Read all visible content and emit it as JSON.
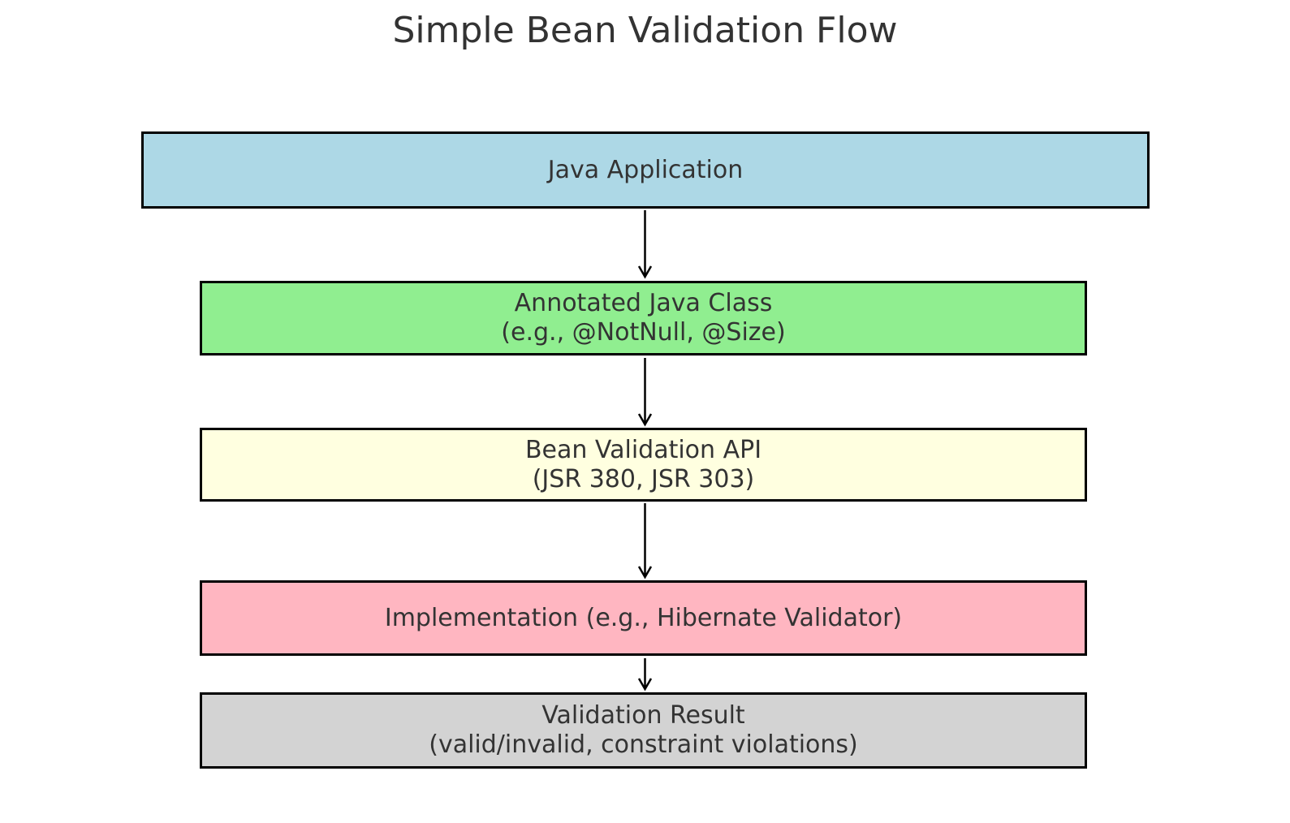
{
  "title": "Simple Bean Validation Flow",
  "colors": {
    "title_text": "#333333",
    "box_text": "#333333",
    "box_border": "#000000",
    "arrow": "#000000",
    "background": "#ffffff"
  },
  "flow": {
    "boxes": [
      {
        "id": "java-application",
        "line1": "Java Application",
        "color": "#ADD8E6"
      },
      {
        "id": "annotated-java-class",
        "line1": "Annotated Java Class",
        "line2": "(e.g., @NotNull, @Size)",
        "color": "#90EE90"
      },
      {
        "id": "bean-validation-api",
        "line1": "Bean Validation API",
        "line2": "(JSR 380, JSR 303)",
        "color": "#FFFFE0"
      },
      {
        "id": "implementation",
        "line1": "Implementation (e.g., Hibernate Validator)",
        "color": "#FFB6C1"
      },
      {
        "id": "validation-result",
        "line1": "Validation Result",
        "line2": "(valid/invalid, constraint violations)",
        "color": "#D3D3D3"
      }
    ],
    "edges": [
      {
        "from": "java-application",
        "to": "annotated-java-class"
      },
      {
        "from": "annotated-java-class",
        "to": "bean-validation-api"
      },
      {
        "from": "bean-validation-api",
        "to": "implementation"
      },
      {
        "from": "implementation",
        "to": "validation-result"
      }
    ]
  }
}
